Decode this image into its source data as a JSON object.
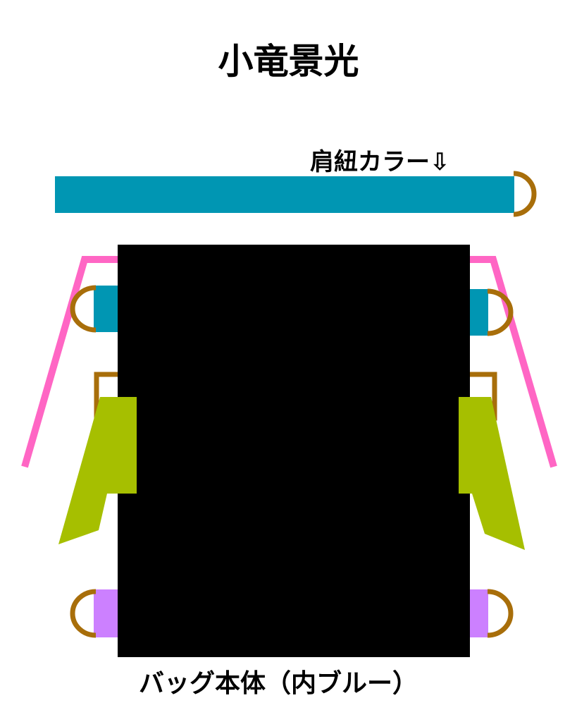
{
  "title": "小竜景光",
  "strap_caption": "肩紐カラー⇩",
  "body_caption": "バッグ本体（内ブルー）",
  "colors": {
    "strap": "#0096b3",
    "bag_body": "#000000",
    "pink_strap": "#ff66c4",
    "ring": "#a86e0a",
    "flap": "#a6bf00",
    "bottom_tab": "#cc80ff",
    "background": "#ffffff"
  }
}
